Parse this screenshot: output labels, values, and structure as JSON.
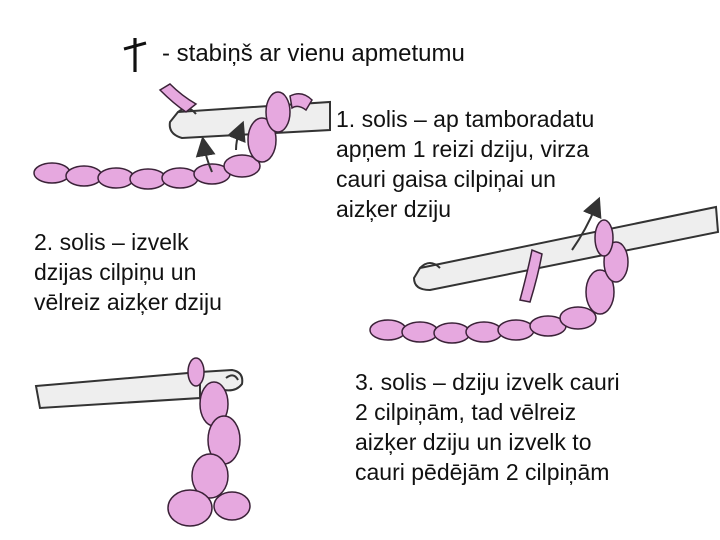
{
  "title": {
    "symbol": "single-crochet-symbol",
    "text": "- stabiņš ar vienu apmetumu"
  },
  "steps": [
    {
      "lines": [
        "1. solis – ap tamboradatu",
        "apņem 1 reizi dziju, virza",
        "cauri gaisa cilpiņai un",
        "aizķer dziju"
      ]
    },
    {
      "lines": [
        "2. solis – izvelk",
        "dzijas cilpiņu un",
        "vēlreiz aizķer dziju"
      ]
    },
    {
      "lines": [
        "3. solis – dziju izvelk cauri",
        "2 cilpiņām, tad vēlreiz",
        "aizķer dziju un izvelk to",
        "cauri pēdējām 2 cilpiņām"
      ]
    }
  ],
  "colors": {
    "yarn": "#e6a8df",
    "yarn_outline": "#3b2238",
    "hook": "#eeeeee",
    "hook_outline": "#333333",
    "text": "#111111"
  }
}
